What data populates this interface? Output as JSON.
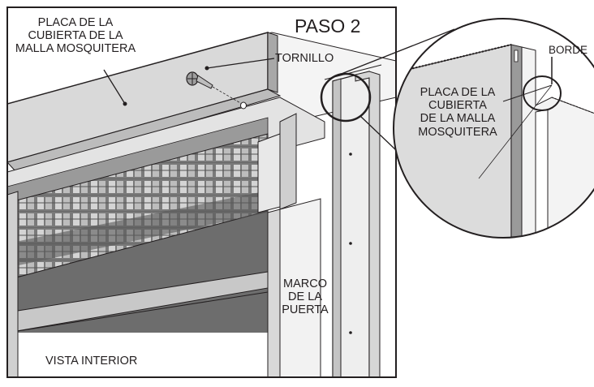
{
  "step_title": "PASO 2",
  "labels": {
    "plate_main": "PLACA DE LA\nCUBIERTA DE LA\nMALLA MOSQUITERA",
    "screw": "TORNILLO",
    "plate_detail": "PLACA DE LA\nCUBIERTA\nDE LA MALLA\nMOSQUITERA",
    "edge": "BORDE",
    "door_frame": "MARCO\nDE LA\nPUERTA",
    "view": "VISTA INTERIOR"
  },
  "colors": {
    "line": "#231f20",
    "plate_fill": "#d9d9d9",
    "frame_fill": "#e6e6e6",
    "screen_dark": "#6d6d6d",
    "screen_light": "#c8c8c8",
    "background": "#ffffff"
  }
}
